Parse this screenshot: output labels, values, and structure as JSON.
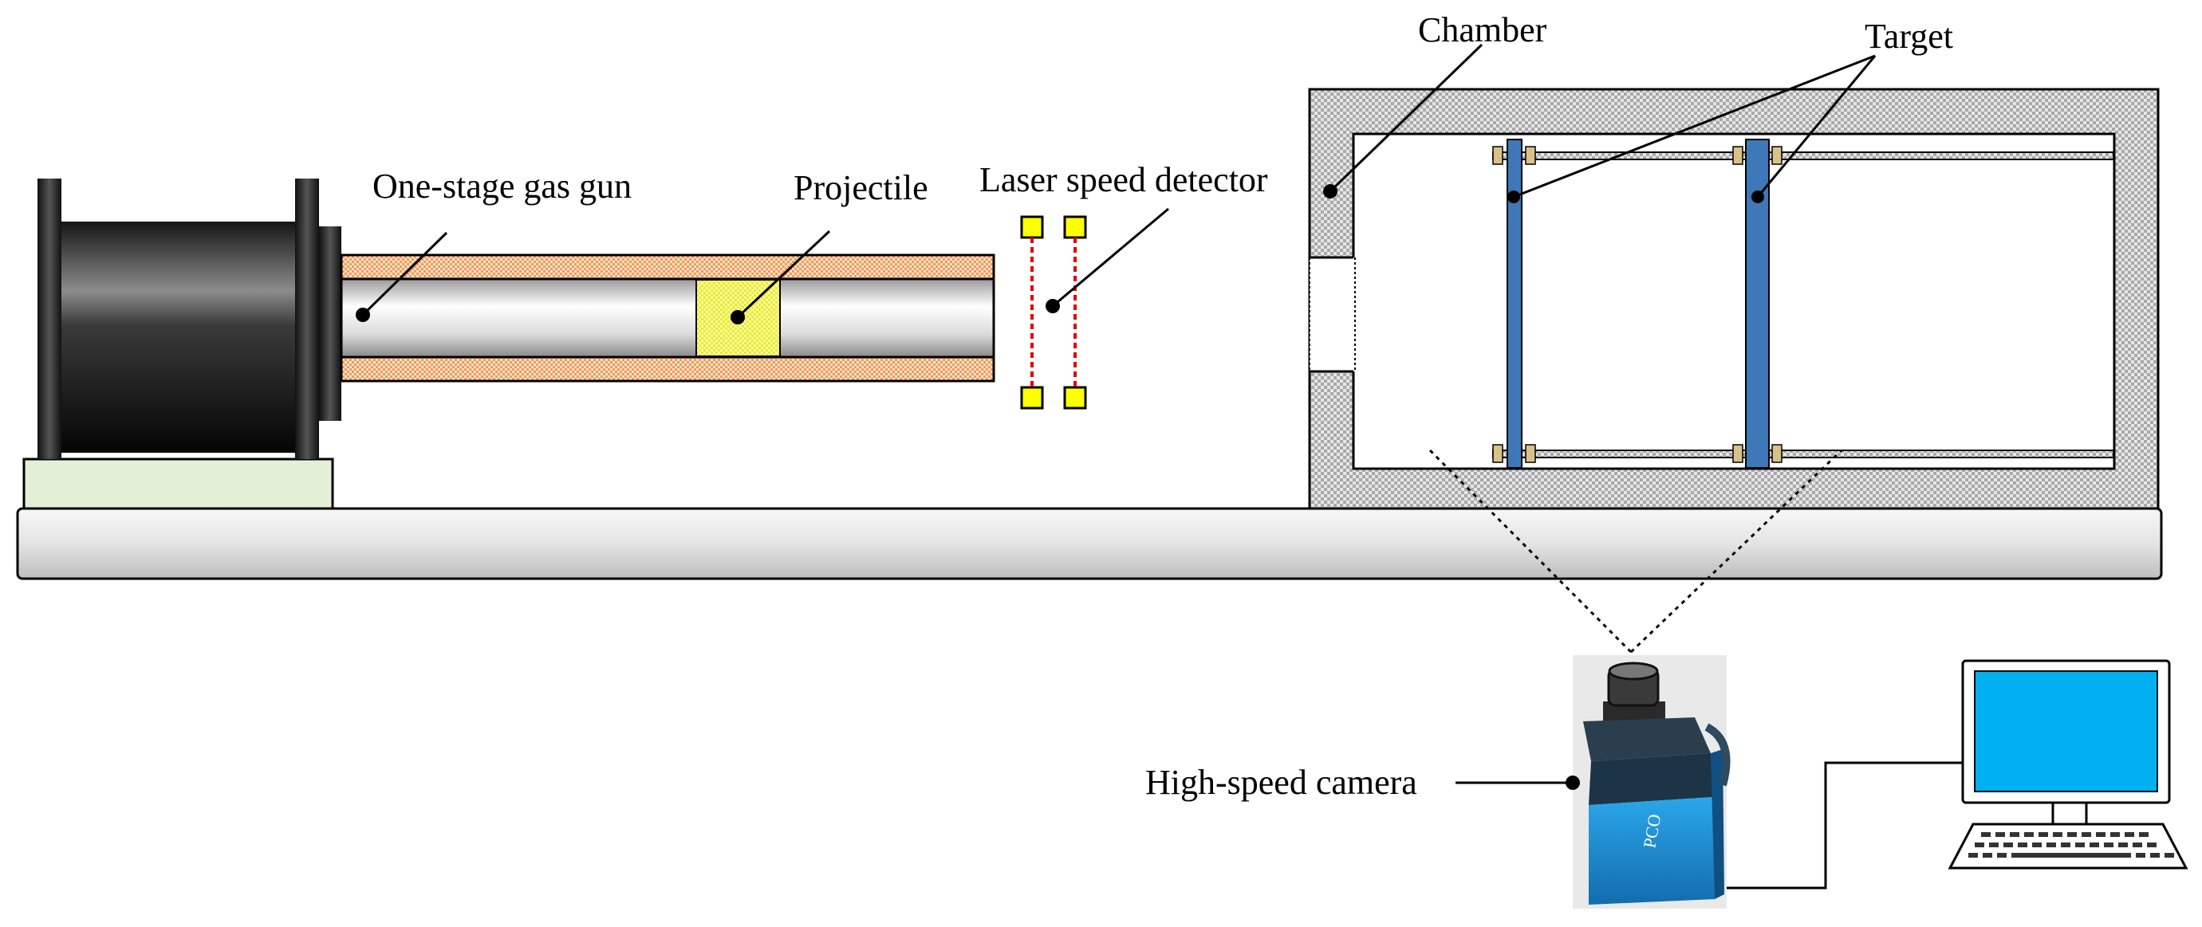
{
  "labels": {
    "gas_gun": "One-stage gas gun",
    "projectile": "Projectile",
    "laser": "Laser speed detector",
    "chamber": "Chamber",
    "target": "Target",
    "camera": "High-speed camera",
    "camera_brand": "PCO"
  },
  "colors": {
    "rail_fill": "#ebebeb",
    "base_fill": "#e3f0d6",
    "barrel_sleeve": "#f4b183",
    "projectile_fill": "#ffff66",
    "laser_box": "#ffff00",
    "laser_beam": "#e00000",
    "target_bar": "#3f78b8",
    "chamber_wall": "#c8c8c8",
    "monitor_screen": "#00b0f0",
    "camera_body": "#1f8fd8"
  },
  "icons": {
    "camera": "high-speed-camera-icon",
    "computer": "desktop-computer-icon"
  }
}
